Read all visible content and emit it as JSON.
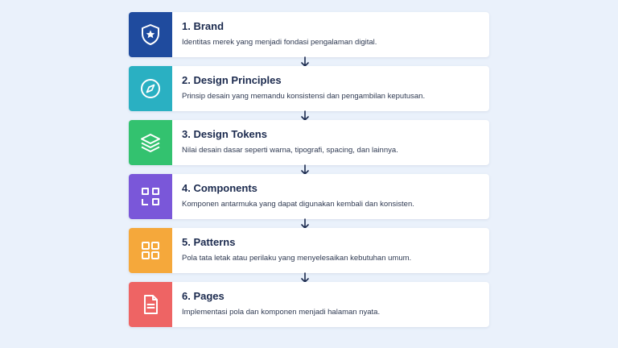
{
  "steps": [
    {
      "title": "1. Brand",
      "description": "Identitas merek yang menjadi fondasi pengalaman digital.",
      "icon": "shield-star-icon",
      "color": "#1f4b9e"
    },
    {
      "title": "2. Design Principles",
      "description": "Prinsip desain yang memandu konsistensi dan pengambilan keputusan.",
      "icon": "compass-icon",
      "color": "#2ab0c2"
    },
    {
      "title": "3. Design Tokens",
      "description": "Nilai desain dasar seperti warna, tipografi, spacing, dan lainnya.",
      "icon": "layers-icon",
      "color": "#33c26f"
    },
    {
      "title": "4. Components",
      "description": "Komponen antarmuka yang dapat digunakan kembali dan konsisten.",
      "icon": "components-icon",
      "color": "#7a57d9"
    },
    {
      "title": "5. Patterns",
      "description": "Pola tata letak atau perilaku yang menyelesaikan kebutuhan umum.",
      "icon": "grid-icon",
      "color": "#f5a83b"
    },
    {
      "title": "6. Pages",
      "description": "Implementasi pola dan komponen menjadi halaman nyata.",
      "icon": "document-icon",
      "color": "#ee6464"
    }
  ],
  "colors": {
    "background": "#eaf1fb",
    "arrow": "#1b2a4e"
  }
}
